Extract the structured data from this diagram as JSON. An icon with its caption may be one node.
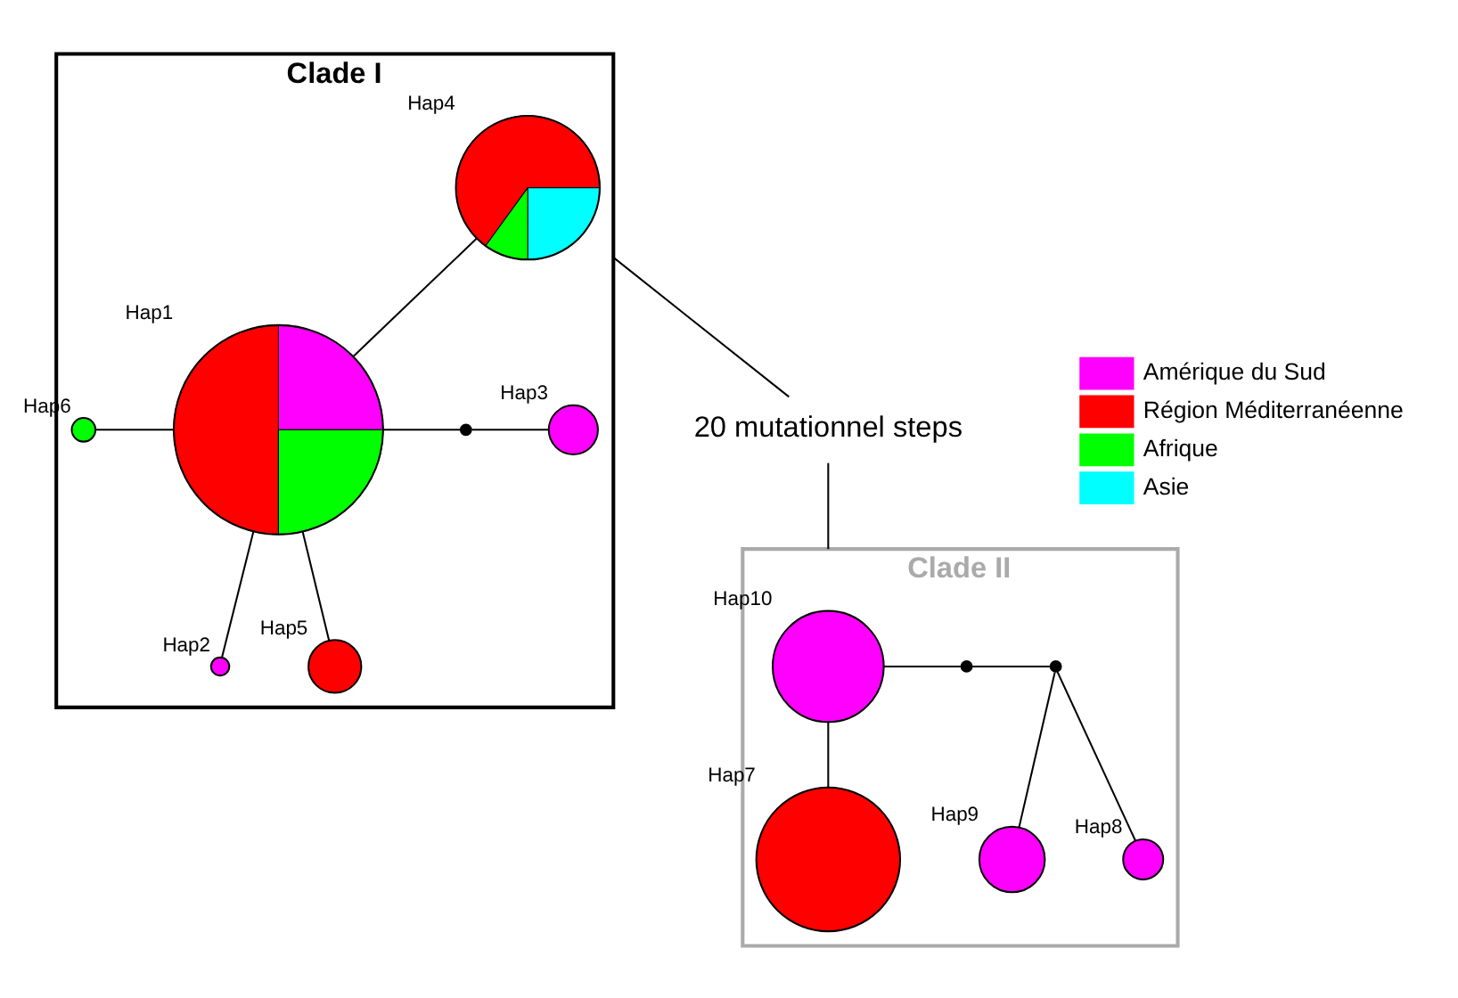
{
  "diagram": {
    "nodes": [
      {
        "text": [
          "Clade I"
        ]
      },
      {
        "text": [],
        "shape": "circle",
        "beside": [
          "Hap4"
        ],
        "in": 0
      },
      {
        "text": [],
        "shape": "circle",
        "beside": [
          "Hap1"
        ],
        "in": 0
      },
      {
        "text": [],
        "shape": "circle",
        "beside": [
          "Hap6"
        ],
        "in": 0
      },
      {
        "text": [],
        "shape": "circle",
        "beside": [
          "Hap2"
        ],
        "in": 0
      },
      {
        "text": [],
        "shape": "circle",
        "beside": [
          "Hap5"
        ],
        "in": 0
      },
      {
        "text": [],
        "shape": "dot",
        "in": 0
      },
      {
        "text": [],
        "shape": "circle",
        "beside": [
          "Hap3"
        ],
        "in": 0
      },
      {
        "text": [
          "20 mutationnel steps"
        ]
      },
      {
        "text": [
          "Clade II"
        ]
      },
      {
        "text": [],
        "shape": "circle",
        "beside": [
          "Hap10"
        ],
        "in": 9
      },
      {
        "text": [],
        "shape": "dot",
        "in": 9
      },
      {
        "text": [],
        "shape": "dot",
        "in": 9
      },
      {
        "text": [],
        "shape": "circle",
        "beside": [
          "Hap8"
        ],
        "in": 9
      },
      {
        "text": [],
        "shape": "circle",
        "beside": [
          "Hap9"
        ],
        "in": 9
      },
      {
        "text": [],
        "shape": "circle",
        "beside": [
          "Hap7"
        ],
        "in": 9
      }
    ],
    "edges": [
      {
        "from": 1,
        "to": 2,
        "arrow": "none"
      },
      {
        "from": 3,
        "to": 2,
        "arrow": "none"
      },
      {
        "from": 2,
        "to": 4,
        "arrow": "none"
      },
      {
        "from": 2,
        "to": 5,
        "arrow": "none"
      },
      {
        "from": 2,
        "to": 6,
        "arrow": "none"
      },
      {
        "from": 6,
        "to": 7,
        "arrow": "none"
      },
      {
        "from": 0,
        "to": 8,
        "arrow": "none"
      },
      {
        "from": 8,
        "to": 9,
        "arrow": "none"
      },
      {
        "from": 10,
        "to": 11,
        "arrow": "none"
      },
      {
        "from": 11,
        "to": 12,
        "arrow": "none"
      },
      {
        "from": 12,
        "to": 13,
        "arrow": "none"
      },
      {
        "from": 12,
        "to": 14,
        "arrow": "none"
      },
      {
        "from": 10,
        "to": 15,
        "arrow": "none"
      }
    ],
    "legend": [
      {
        "text": "Amérique du Sud",
        "color": "#ff00ff"
      },
      {
        "text": "Région Méditerranéenne",
        "color": "#ff0000"
      },
      {
        "text": "Afrique",
        "color": "#00ff00"
      },
      {
        "text": "Asie",
        "color": "#00ffff"
      }
    ]
  }
}
